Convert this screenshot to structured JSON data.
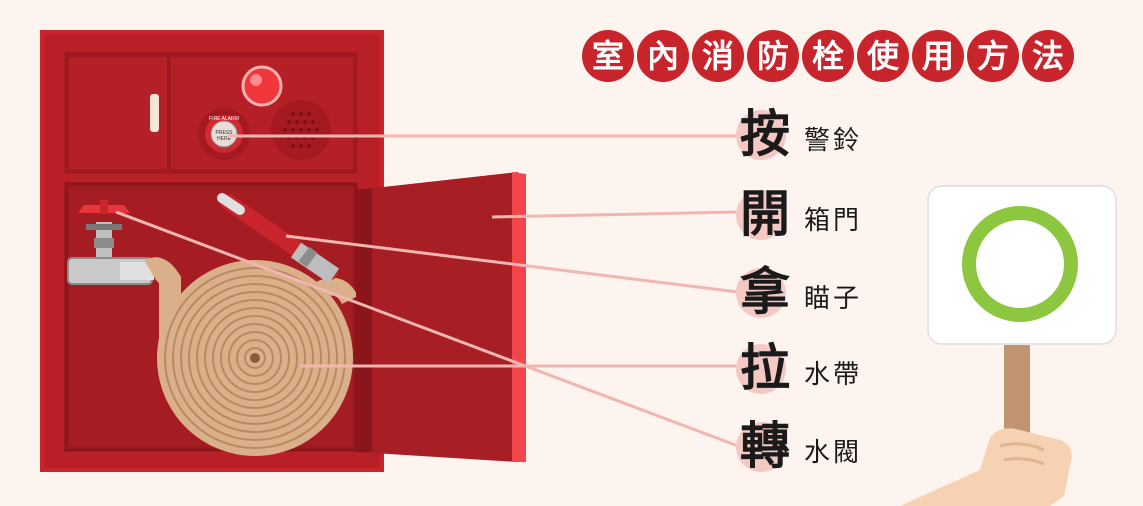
{
  "title": [
    "室",
    "內",
    "消",
    "防",
    "栓",
    "使",
    "用",
    "方",
    "法"
  ],
  "alarm_label": {
    "top": "FIRE ALARM",
    "line1": "PRESS",
    "line2": "HERE"
  },
  "steps": [
    {
      "verb": "按",
      "object": "警鈴"
    },
    {
      "verb": "開",
      "object": "箱門"
    },
    {
      "verb": "拿",
      "object": "瞄子"
    },
    {
      "verb": "拉",
      "object": "水帶"
    },
    {
      "verb": "轉",
      "object": "水閥"
    }
  ],
  "colors": {
    "background": "#fdf4ef",
    "cabinet": "#c8242b",
    "title_circle": "#c8242b",
    "step_bubble": "#f4c9c4",
    "hose": "#d9b08a",
    "check_ring": "#8dc63f"
  }
}
